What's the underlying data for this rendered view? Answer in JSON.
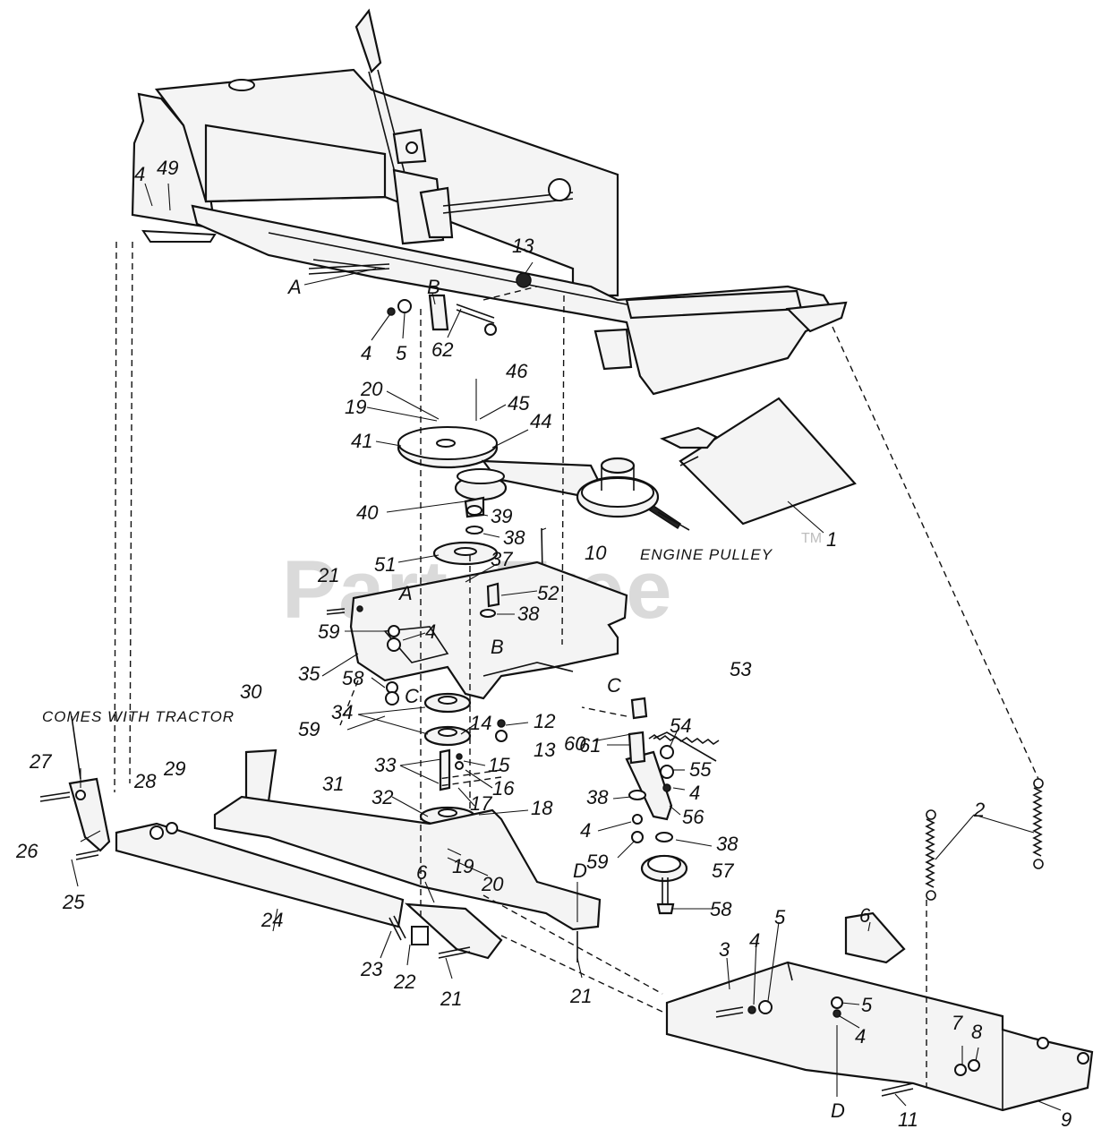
{
  "watermark": "PartsTree",
  "trademark": "TM",
  "captions": {
    "engine_pulley": "ENGINE PULLEY",
    "comes_with_tractor": "COMES WITH TRACTOR"
  },
  "callouts": [
    {
      "id": "4a",
      "text": "4"
    },
    {
      "id": "49",
      "text": "49"
    },
    {
      "id": "13a",
      "text": "13"
    },
    {
      "id": "A1",
      "text": "A"
    },
    {
      "id": "B1",
      "text": "B"
    },
    {
      "id": "4b",
      "text": "4"
    },
    {
      "id": "5a",
      "text": "5"
    },
    {
      "id": "62",
      "text": "62"
    },
    {
      "id": "46",
      "text": "46"
    },
    {
      "id": "20a",
      "text": "20"
    },
    {
      "id": "45",
      "text": "45"
    },
    {
      "id": "19a",
      "text": "19"
    },
    {
      "id": "44",
      "text": "44"
    },
    {
      "id": "41",
      "text": "41"
    },
    {
      "id": "40",
      "text": "40"
    },
    {
      "id": "39",
      "text": "39"
    },
    {
      "id": "38a",
      "text": "38"
    },
    {
      "id": "10",
      "text": "10"
    },
    {
      "id": "51",
      "text": "51"
    },
    {
      "id": "37",
      "text": "37"
    },
    {
      "id": "52",
      "text": "52"
    },
    {
      "id": "21a",
      "text": "21"
    },
    {
      "id": "A2",
      "text": "A"
    },
    {
      "id": "38b",
      "text": "38"
    },
    {
      "id": "59a",
      "text": "59"
    },
    {
      "id": "4c",
      "text": "4"
    },
    {
      "id": "B2",
      "text": "B"
    },
    {
      "id": "35",
      "text": "35"
    },
    {
      "id": "58a",
      "text": "58"
    },
    {
      "id": "53",
      "text": "53"
    },
    {
      "id": "C1",
      "text": "C"
    },
    {
      "id": "C2",
      "text": "C"
    },
    {
      "id": "59b",
      "text": "59"
    },
    {
      "id": "34",
      "text": "34"
    },
    {
      "id": "14",
      "text": "14"
    },
    {
      "id": "12",
      "text": "12"
    },
    {
      "id": "61",
      "text": "61"
    },
    {
      "id": "54",
      "text": "54"
    },
    {
      "id": "13b",
      "text": "13"
    },
    {
      "id": "60",
      "text": "60"
    },
    {
      "id": "30",
      "text": "30"
    },
    {
      "id": "15",
      "text": "15"
    },
    {
      "id": "55",
      "text": "55"
    },
    {
      "id": "33",
      "text": "33"
    },
    {
      "id": "16",
      "text": "16"
    },
    {
      "id": "4d",
      "text": "4"
    },
    {
      "id": "27",
      "text": "27"
    },
    {
      "id": "31",
      "text": "31"
    },
    {
      "id": "17",
      "text": "17"
    },
    {
      "id": "28",
      "text": "28"
    },
    {
      "id": "29",
      "text": "29"
    },
    {
      "id": "32",
      "text": "32"
    },
    {
      "id": "18",
      "text": "18"
    },
    {
      "id": "38c",
      "text": "38"
    },
    {
      "id": "56",
      "text": "56"
    },
    {
      "id": "4e",
      "text": "4"
    },
    {
      "id": "2",
      "text": "2"
    },
    {
      "id": "26",
      "text": "26"
    },
    {
      "id": "19b",
      "text": "19"
    },
    {
      "id": "38d",
      "text": "38"
    },
    {
      "id": "59c",
      "text": "59"
    },
    {
      "id": "6a",
      "text": "6"
    },
    {
      "id": "20b",
      "text": "20"
    },
    {
      "id": "57",
      "text": "57"
    },
    {
      "id": "D1",
      "text": "D"
    },
    {
      "id": "25",
      "text": "25"
    },
    {
      "id": "58b",
      "text": "58"
    },
    {
      "id": "6b",
      "text": "6"
    },
    {
      "id": "24",
      "text": "24"
    },
    {
      "id": "5b",
      "text": "5"
    },
    {
      "id": "3",
      "text": "3"
    },
    {
      "id": "4f",
      "text": "4"
    },
    {
      "id": "5c",
      "text": "5"
    },
    {
      "id": "23",
      "text": "23"
    },
    {
      "id": "22",
      "text": "22"
    },
    {
      "id": "21b",
      "text": "21"
    },
    {
      "id": "21c",
      "text": "21"
    },
    {
      "id": "4g",
      "text": "4"
    },
    {
      "id": "7",
      "text": "7"
    },
    {
      "id": "8",
      "text": "8"
    },
    {
      "id": "D2",
      "text": "D"
    },
    {
      "id": "11",
      "text": "11"
    },
    {
      "id": "9",
      "text": "9"
    },
    {
      "id": "1",
      "text": "1"
    }
  ]
}
